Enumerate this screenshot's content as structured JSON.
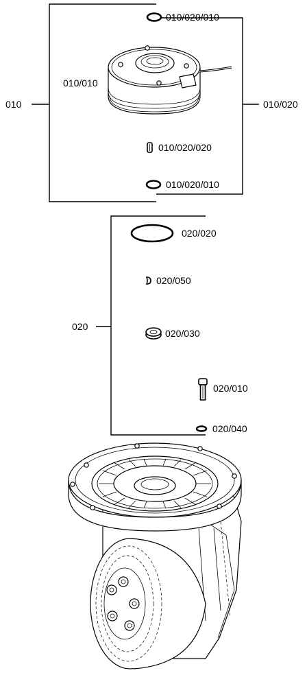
{
  "group_010": {
    "label": "010",
    "label_right": "010/020",
    "housing_label": "010/010",
    "items": [
      {
        "label": "010/020/010"
      },
      {
        "label": "010/020/020"
      },
      {
        "label": "010/020/010"
      }
    ]
  },
  "group_020": {
    "label": "020",
    "items": [
      {
        "label": "020/020"
      },
      {
        "label": "020/050"
      },
      {
        "label": "020/030"
      },
      {
        "label": "020/010"
      },
      {
        "label": "020/040"
      }
    ]
  }
}
